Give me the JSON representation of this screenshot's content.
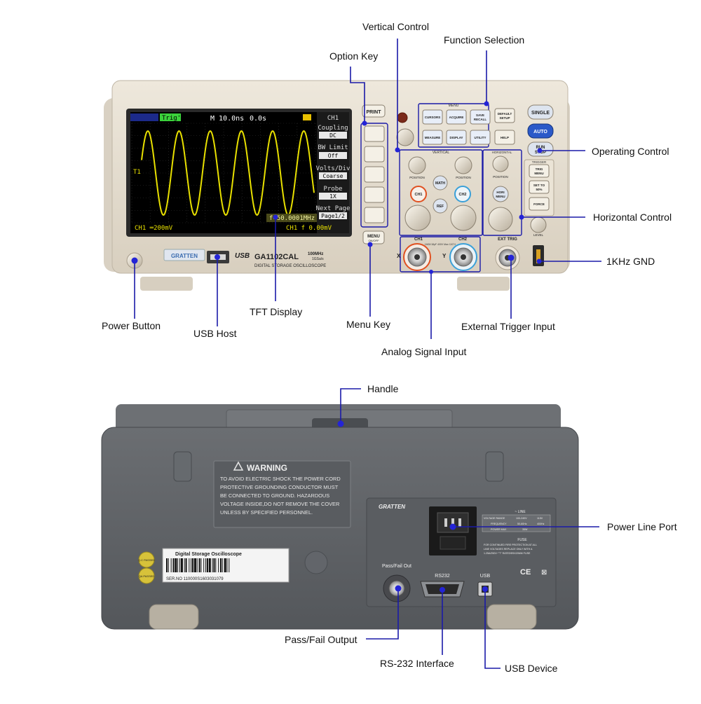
{
  "callouts": {
    "vertical_control": "Vertical Control",
    "function_selection": "Function Selection",
    "option_key": "Option Key",
    "operating_control": "Operating Control",
    "horizontal_control": "Horizontal Control",
    "khz_gnd": "1KHz GND",
    "power_button": "Power Button",
    "usb_host": "USB Host",
    "tft_display": "TFT Display",
    "menu_key": "Menu Key",
    "external_trigger_input": "External Trigger Input",
    "analog_signal_input": "Analog Signal Input",
    "handle": "Handle",
    "power_line_port": "Power Line Port",
    "pass_fail_output": "Pass/Fail Output",
    "rs232_interface": "RS-232 Interface",
    "usb_device": "USB Device"
  },
  "screen": {
    "trig_state": "Trig'd",
    "timebase": "M 10.0ns",
    "delay": "0.0s",
    "menu_title": "CH1",
    "coupling_label": "Coupling",
    "coupling_value": "DC",
    "bw_label": "BW Limit",
    "bw_value": "Off",
    "volts_label": "Volts/Div",
    "volts_value": "Coarse",
    "probe_label": "Probe",
    "probe_value": "1X",
    "page_label": "Next Page",
    "page_value": "Page1/2",
    "ch_scale": "CH1 ═200mV",
    "freq_readout": "f=50.0001MHz",
    "trig_readout": "CH1  f  0.00mV",
    "marker": "T1"
  },
  "front_panel": {
    "brand": "GRATTEN",
    "usb_text": "USB",
    "model": "GA1102CAL",
    "bandwidth": "100MHz",
    "sample_rate": "1GSa/s",
    "product_line": "DIGITAL STORAGE OSCILLOSCOPE",
    "print_button": "PRINT",
    "menu_button": "MENU",
    "menu_button_sub": "ON/OFF",
    "menu_group_label": "MENU",
    "cursors": "CURSORS",
    "acquire": "ACQUIRE",
    "save": "SAVE",
    "recall": "RECALL",
    "default": "DEFAULT",
    "setup": "SETUP",
    "measure": "MEASURE",
    "display": "DISPLAY",
    "utility": "UTILITY",
    "help": "HELP",
    "single": "SINGLE",
    "auto": "AUTO",
    "run": "RUN",
    "stop": "STOP",
    "vertical": "VERTICAL",
    "horizontal": "HORIZONTAL",
    "trigger": "TRIGGER",
    "position": "POSITION",
    "math": "MATH",
    "ch1": "CH1",
    "ch2": "CH2",
    "ref": "REF",
    "trig_menu": "TRIG",
    "trig_menu_sub": "MENU",
    "set_to": "SET TO",
    "fifty": "50%",
    "force": "FORCE",
    "hori": "HORI",
    "hori_sub": "MENU",
    "level": "LEVEL",
    "ext_trig": "EXT TRIG",
    "x_label": "X",
    "y_label": "Y",
    "ch1_jack": "CH1",
    "ch2_jack": "CH2",
    "input_rating": "1MΩ//18pF  400V Max CAT II"
  },
  "back_panel": {
    "warning_title": "WARNING",
    "warning_lines": [
      "TO AVOID ELECTRIC SHOCK THE POWER CORD",
      "PROTECTIVE GROUNDING CONDUCTOR MUST",
      "BE CONNECTED TO GROUND. HAZARDOUS",
      "VOLTAGE INSIDE,DO NOT REMOVE THE COVER",
      "UNLESS BY SPECIFIED PERSONNEL."
    ],
    "qc_badge": "Q.C PASSED",
    "qa_badge": "QA PASSED",
    "product_label": "Digital Storage Oscilloscope",
    "serial": "SER.NO  110000S1603031079",
    "brand": "GRATTEN",
    "line_title": "~ LINE",
    "voltage_range": "VOLTAGE RANGE",
    "voltage_a": "100-240V",
    "voltage_b": "115V",
    "frequency": "FREQUENCY",
    "freq_a": "50-60Hz",
    "freq_b": "400Hz",
    "power_max": "POWER MAX",
    "power_val": "35W",
    "fuse_title": "FUSE",
    "fuse_lines": [
      "FOR CONTINUED FIRE PROTECTION AT ALL",
      "LINE VOLTAGES REPLACE ONLY WITH A",
      "1.25A/250V~\"T\" RATEDΦ5X20MM FUSE"
    ],
    "pass_fail_label": "Pass/Fail Out",
    "rs232_label": "RS232",
    "usb_label": "USB",
    "ce_mark": "CE"
  },
  "colors": {
    "callout_line": "#1a1aa8",
    "callout_dot": "#2424d6",
    "front_body": "#e6ded0",
    "screen_bg": "#000000",
    "trace": "#e8e000",
    "back_body": "#5b5e62"
  }
}
